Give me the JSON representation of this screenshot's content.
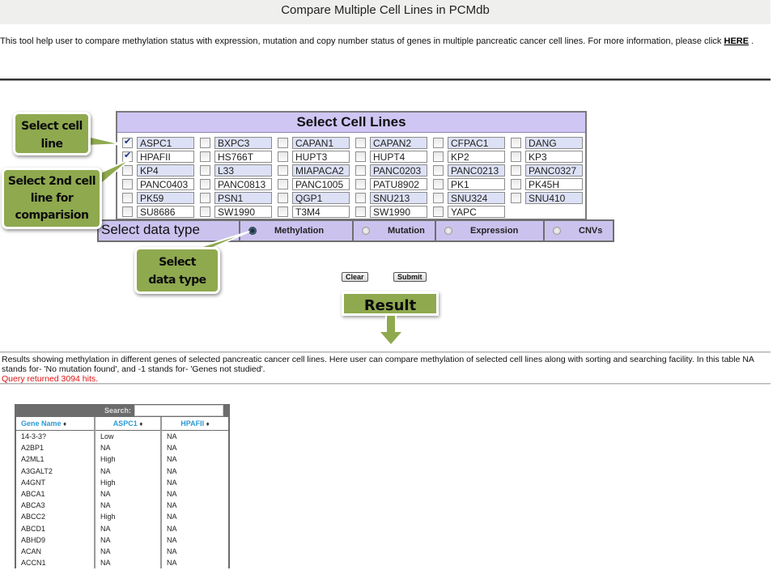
{
  "header": {
    "title": "Compare Multiple Cell Lines in PCMdb"
  },
  "intro": {
    "text": "This tool help user to compare methylation status with expression, mutation and copy number status of genes in multiple pancreatic cancer cell lines. For more information, please click ",
    "link_label": "HERE",
    "suffix": " ."
  },
  "cell_panel": {
    "title": "Select Cell Lines",
    "rows": [
      [
        {
          "name": "ASPC1",
          "checked": true
        },
        {
          "name": "BXPC3",
          "checked": false
        },
        {
          "name": "CAPAN1",
          "checked": false
        },
        {
          "name": "CAPAN2",
          "checked": false
        },
        {
          "name": "CFPAC1",
          "checked": false
        },
        {
          "name": "DANG",
          "checked": false
        }
      ],
      [
        {
          "name": "HPAFII",
          "checked": true
        },
        {
          "name": "HS766T",
          "checked": false
        },
        {
          "name": "HUPT3",
          "checked": false
        },
        {
          "name": "HUPT4",
          "checked": false
        },
        {
          "name": "KP2",
          "checked": false
        },
        {
          "name": "KP3",
          "checked": false
        }
      ],
      [
        {
          "name": "KP4",
          "checked": false
        },
        {
          "name": "L33",
          "checked": false
        },
        {
          "name": "MIAPACA2",
          "checked": false
        },
        {
          "name": "PANC0203",
          "checked": false
        },
        {
          "name": "PANC0213",
          "checked": false
        },
        {
          "name": "PANC0327",
          "checked": false
        }
      ],
      [
        {
          "name": "PANC0403",
          "checked": false
        },
        {
          "name": "PANC0813",
          "checked": false
        },
        {
          "name": "PANC1005",
          "checked": false
        },
        {
          "name": "PATU8902",
          "checked": false
        },
        {
          "name": "PK1",
          "checked": false
        },
        {
          "name": "PK45H",
          "checked": false
        }
      ],
      [
        {
          "name": "PK59",
          "checked": false
        },
        {
          "name": "PSN1",
          "checked": false
        },
        {
          "name": "QGP1",
          "checked": false
        },
        {
          "name": "SNU213",
          "checked": false
        },
        {
          "name": "SNU324",
          "checked": false
        },
        {
          "name": "SNU410",
          "checked": false
        }
      ],
      [
        {
          "name": "SU8686",
          "checked": false
        },
        {
          "name": "SW1990",
          "checked": false
        },
        {
          "name": "T3M4",
          "checked": false
        },
        {
          "name": "SW1990",
          "checked": false
        },
        {
          "name": "YAPC",
          "checked": false
        }
      ]
    ]
  },
  "data_type": {
    "label": "Select data type",
    "options": [
      {
        "label": "Methylation",
        "checked": true
      },
      {
        "label": "Mutation",
        "checked": false
      },
      {
        "label": "Expression",
        "checked": false
      },
      {
        "label": "CNVs",
        "checked": false
      }
    ]
  },
  "buttons": {
    "clear": "Clear",
    "submit": "Submit"
  },
  "callouts": {
    "select_cell_line": [
      "Select cell",
      "line"
    ],
    "select_second": [
      "Select  2nd cell",
      "line for",
      "comparision"
    ],
    "select_data_type": [
      "Select",
      "data type"
    ],
    "result": "Result"
  },
  "results": {
    "description": "Results showing methylation in different genes of selected pancreatic cancer cell lines. Here user can compare methylation of selected cell lines along with sorting and searching facility. In this table NA stands for- 'No mutation found', and -1 stands for- 'Genes not studied'.",
    "hits": "Query returned 3094 hits."
  },
  "table": {
    "search_label": "Search:",
    "search_value": "",
    "columns": [
      "Gene Name",
      "ASPC1",
      "HPAFII"
    ],
    "sort_icon": "♦",
    "rows": [
      [
        "14-3-3?",
        "Low",
        "NA"
      ],
      [
        "A2BP1",
        "NA",
        "NA"
      ],
      [
        "A2ML1",
        "High",
        "NA"
      ],
      [
        "A3GALT2",
        "NA",
        "NA"
      ],
      [
        "A4GNT",
        "High",
        "NA"
      ],
      [
        "ABCA1",
        "NA",
        "NA"
      ],
      [
        "ABCA3",
        "NA",
        "NA"
      ],
      [
        "ABCC2",
        "High",
        "NA"
      ],
      [
        "ABCD1",
        "NA",
        "NA"
      ],
      [
        "ABHD9",
        "NA",
        "NA"
      ],
      [
        "ACAN",
        "NA",
        "NA"
      ],
      [
        "ACCN1",
        "NA",
        "NA"
      ]
    ]
  }
}
